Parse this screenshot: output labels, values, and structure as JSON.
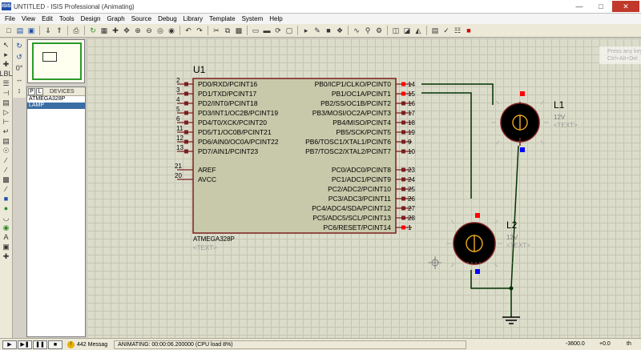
{
  "window": {
    "title": "UNTITLED - ISIS Professional (Animating)",
    "app_icon": "ISIS"
  },
  "menu": [
    "File",
    "View",
    "Edit",
    "Tools",
    "Design",
    "Graph",
    "Source",
    "Debug",
    "Library",
    "Template",
    "System",
    "Help"
  ],
  "notification": {
    "line1": "Press any key",
    "line2": "Ctrl+Alt+Del"
  },
  "toolbar_icons": [
    "new-file-icon",
    "open-folder-icon",
    "save-icon",
    "sep",
    "import-icon",
    "export-icon",
    "sep",
    "print-icon",
    "sep",
    "refresh-icon",
    "grid-icon",
    "origin-icon",
    "pan-icon",
    "zoom-in-icon",
    "zoom-out-icon",
    "zoom-all-icon",
    "zoom-area-icon",
    "sep",
    "undo-icon",
    "redo-icon",
    "sep",
    "cut-icon",
    "copy-icon",
    "paste-icon",
    "sep",
    "block-copy-icon",
    "block-move-icon",
    "block-rotate-icon",
    "block-delete-icon",
    "sep",
    "pick-device-icon",
    "make-device-icon",
    "package-icon",
    "decompose-icon",
    "sep",
    "wire-autorouter-icon",
    "search-icon",
    "property-tool-icon",
    "sep",
    "new-sheet-icon",
    "remove-sheet-icon",
    "goto-sheet-icon",
    "sep",
    "bom-icon",
    "erc-icon",
    "netlist-icon",
    "close-red-icon"
  ],
  "device_selector": {
    "p_label": "P",
    "l_label": "L",
    "header": "DEVICES",
    "items": [
      "ATMEGA328P",
      "LAMP"
    ],
    "selected": "LAMP"
  },
  "schematic": {
    "mcu": {
      "ref": "U1",
      "part": "ATMEGA328P",
      "text": "<TEXT>",
      "left_pins": [
        {
          "num": "2",
          "name": "PD0/RXD/PCINT16"
        },
        {
          "num": "3",
          "name": "PD1/TXD/PCINT17"
        },
        {
          "num": "4",
          "name": "PD2/INT0/PCINT18"
        },
        {
          "num": "5",
          "name": "PD3/INT1/OC2B/PCINT19"
        },
        {
          "num": "6",
          "name": "PD4/T0/XCK/PCINT20"
        },
        {
          "num": "11",
          "name": "PD5/T1/OC0B/PCINT21"
        },
        {
          "num": "12",
          "name": "PD6/AIN0/OC0A/PCINT22"
        },
        {
          "num": "13",
          "name": "PD7/AIN1/PCINT23"
        },
        {
          "num": "21",
          "name": "AREF"
        },
        {
          "num": "20",
          "name": "AVCC"
        }
      ],
      "right_pins": [
        {
          "num": "14",
          "name": "PB0/ICP1/CLKO/PCINT0"
        },
        {
          "num": "15",
          "name": "PB1/OC1A/PCINT1"
        },
        {
          "num": "16",
          "name": "PB2/SS/OC1B/PCINT2"
        },
        {
          "num": "17",
          "name": "PB3/MOSI/OC2A/PCINT3"
        },
        {
          "num": "18",
          "name": "PB4/MISO/PCINT4"
        },
        {
          "num": "19",
          "name": "PB5/SCK/PCINT5"
        },
        {
          "num": "9",
          "name": "PB6/TOSC1/XTAL1/PCINT6"
        },
        {
          "num": "10",
          "name": "PB7/TOSC2/XTAL2/PCINT7"
        },
        {
          "num": "23",
          "name": "PC0/ADC0/PCINT8"
        },
        {
          "num": "24",
          "name": "PC1/ADC1/PCINT9"
        },
        {
          "num": "25",
          "name": "PC2/ADC2/PCINT10"
        },
        {
          "num": "26",
          "name": "PC3/ADC3/PCINT11"
        },
        {
          "num": "27",
          "name": "PC4/ADC4/SDA/PCINT12"
        },
        {
          "num": "28",
          "name": "PC5/ADC5/SCL/PCINT13"
        },
        {
          "num": "1",
          "name": "PC6/RESET/PCINT14"
        }
      ]
    },
    "lamp1": {
      "ref": "L1",
      "value": "12V",
      "text": "<TEXT>"
    },
    "lamp2": {
      "ref": "L2",
      "value": "12V",
      "text": "<TEXT>"
    }
  },
  "status": {
    "sim_buttons": [
      "play-icon",
      "step-icon",
      "pause-icon",
      "stop-icon"
    ],
    "messages": "442 Messag",
    "simulation": "ANIMATING: 00:00:06.200000 (CPU load 8%)",
    "coord_x": "-3600.0",
    "coord_y": "+0.0",
    "units": "th"
  },
  "colors": {
    "wire": "#006400",
    "body": "#c8c8aa",
    "outline": "#7a1f1f",
    "pin_red": "#ff0000",
    "pin_blue": "#0000ff"
  }
}
